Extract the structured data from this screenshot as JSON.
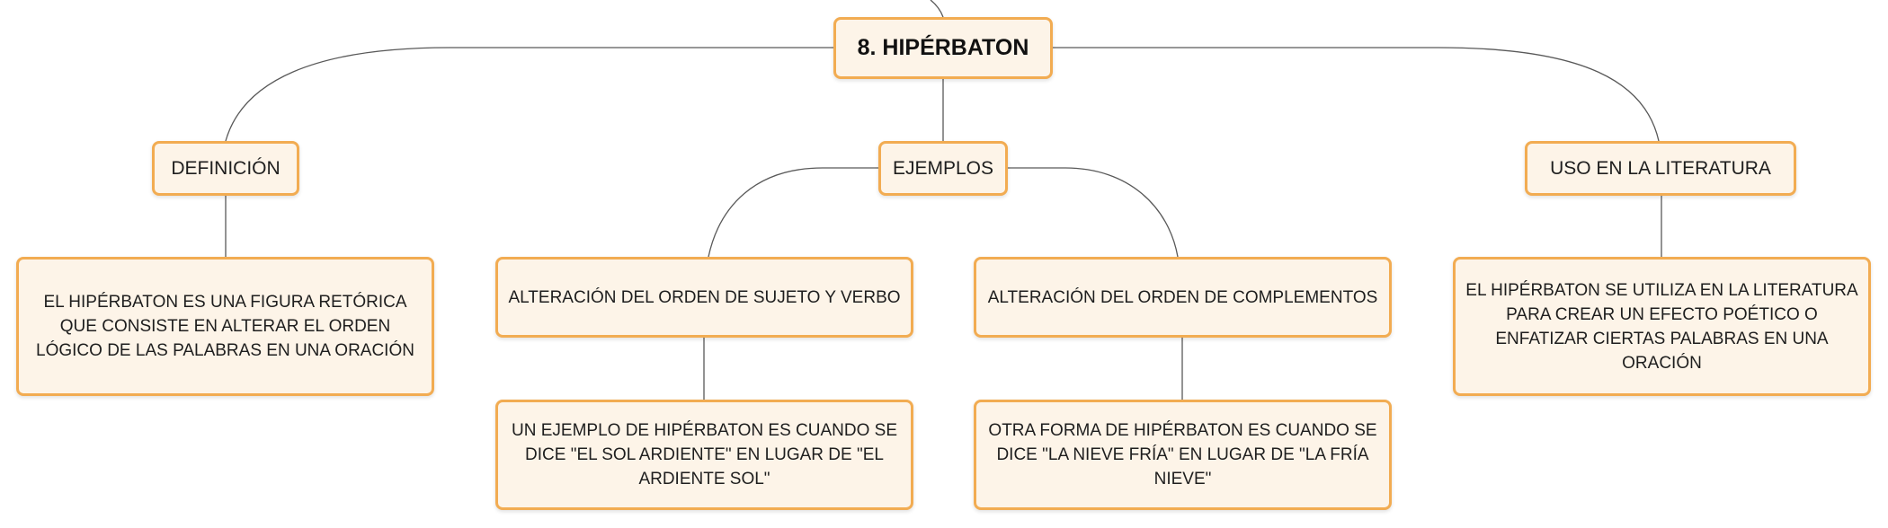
{
  "mindmap": {
    "root": {
      "label": "8. HIPÉRBATON"
    },
    "definicion": {
      "label": "DEFINICIÓN",
      "description": "EL HIPÉRBATON ES UNA FIGURA RETÓRICA QUE CONSISTE EN ALTERAR EL ORDEN LÓGICO DE LAS PALABRAS EN UNA ORACIÓN"
    },
    "ejemplos": {
      "label": "EJEMPLOS",
      "items": [
        {
          "label": "ALTERACIÓN DEL ORDEN DE SUJETO Y VERBO",
          "example": "UN EJEMPLO DE HIPÉRBATON ES CUANDO SE DICE \"EL SOL ARDIENTE\" EN LUGAR DE \"EL ARDIENTE SOL\""
        },
        {
          "label": "ALTERACIÓN DEL ORDEN DE COMPLEMENTOS",
          "example": "OTRA FORMA DE HIPÉRBATON ES CUANDO SE DICE \"LA NIEVE FRÍA\" EN LUGAR DE \"LA FRÍA NIEVE\""
        }
      ]
    },
    "uso": {
      "label": "USO EN LA LITERATURA",
      "description": "EL HIPÉRBATON SE UTILIZA EN LA LITERATURA PARA CREAR UN EFECTO POÉTICO O ENFATIZAR CIERTAS PALABRAS EN UNA ORACIÓN"
    }
  },
  "colors": {
    "node_fill": "#fdf4e8",
    "node_border": "#f2ac52",
    "connector": "#595959",
    "text": "#1e1e1e"
  }
}
